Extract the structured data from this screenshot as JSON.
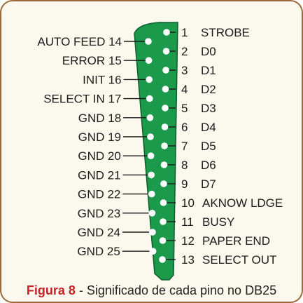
{
  "caption": {
    "label": "Figura 8",
    "text": " - Significado de cada pino no DB25"
  },
  "colors": {
    "connector": "#1a9a4a",
    "pin": "#ffffff",
    "lead": "#1a1a1a",
    "caption_label": "#c4242a",
    "border": "#9a6a3a"
  },
  "right_pins": [
    {
      "number": "1",
      "signal": "STROBE"
    },
    {
      "number": "2",
      "signal": "D0"
    },
    {
      "number": "3",
      "signal": "D1"
    },
    {
      "number": "4",
      "signal": "D2"
    },
    {
      "number": "5",
      "signal": "D3"
    },
    {
      "number": "6",
      "signal": "D4"
    },
    {
      "number": "7",
      "signal": "D5"
    },
    {
      "number": "8",
      "signal": "D6"
    },
    {
      "number": "9",
      "signal": "D7"
    },
    {
      "number": "10",
      "signal": "AKNOW LDGE"
    },
    {
      "number": "11",
      "signal": "BUSY"
    },
    {
      "number": "12",
      "signal": "PAPER END"
    },
    {
      "number": "13",
      "signal": "SELECT OUT"
    }
  ],
  "left_pins": [
    {
      "label": "AUTO FEED 14"
    },
    {
      "label": "ERROR 15"
    },
    {
      "label": "INIT 16"
    },
    {
      "label": "SELECT IN 17"
    },
    {
      "label": "GND 18"
    },
    {
      "label": "GND 19"
    },
    {
      "label": "GND 20"
    },
    {
      "label": "GND 21"
    },
    {
      "label": "GND 22"
    },
    {
      "label": "GND 23"
    },
    {
      "label": "GND 24"
    },
    {
      "label": "GND 25"
    }
  ]
}
